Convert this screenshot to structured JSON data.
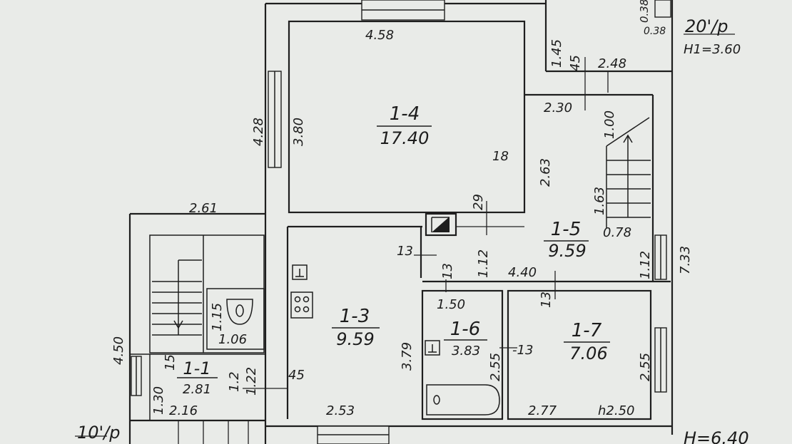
{
  "floor_label": {
    "text": "10'/p"
  },
  "attic_label": {
    "text": "20'/p",
    "height": "H1=3.60"
  },
  "floor_height": "H=6.40",
  "rooms": [
    {
      "id": "1-4",
      "area": "17.40"
    },
    {
      "id": "1-5",
      "area": "9.59"
    },
    {
      "id": "1-3",
      "area": "9.59"
    },
    {
      "id": "1-6",
      "area": "3.83"
    },
    {
      "id": "1-7",
      "area": "7.06"
    },
    {
      "id": "1-1",
      "area": "2.81"
    }
  ],
  "dimensions": {
    "d458": "4.58",
    "d428": "4.28",
    "d380": "3.80",
    "d18a": "18",
    "d263": "2.63",
    "d29": "29",
    "d145": "1.45",
    "d45a": "45",
    "d248": "2.48",
    "d230": "2.30",
    "d100": "1.00",
    "d163": "1.63",
    "d078": "0.78",
    "d112a": "1.12",
    "d112b": "1.12",
    "d733": "7.33",
    "d440": "4.40",
    "d13a": "13",
    "d13b": "13",
    "d13c": "13",
    "d13d": "-13",
    "d150": "1.50",
    "d255a": "2.55",
    "d255b": "2.55",
    "d277": "2.77",
    "d250": "h2.50",
    "d379": "3.79",
    "d253": "2.53",
    "d261": "2.61",
    "d450": "4.50",
    "d115": "1.15",
    "d106": "1.06",
    "d15": "15",
    "d130": "1.30",
    "d216": "2.16",
    "d12": "1.2",
    "d122": "1.22",
    "d45b": "45",
    "d038a": "0.38",
    "d038b": "0.38"
  }
}
